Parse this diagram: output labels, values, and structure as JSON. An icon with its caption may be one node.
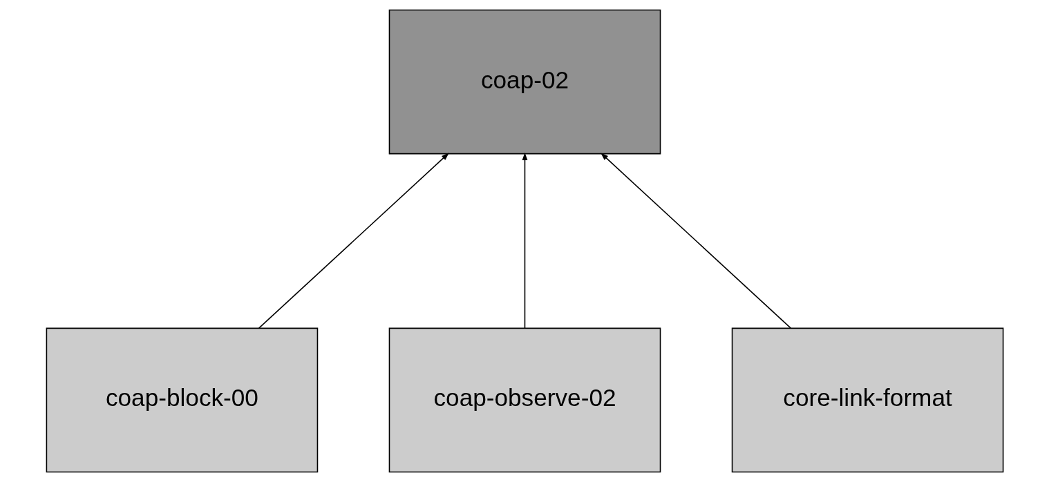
{
  "diagram": {
    "nodes": [
      {
        "text": [
          "coap-02"
        ]
      },
      {
        "text": [
          "coap-block-00"
        ]
      },
      {
        "text": [
          "coap-observe-02"
        ]
      },
      {
        "text": [
          "core-link-format"
        ]
      }
    ],
    "edges": [
      {
        "from": 1,
        "to": 0,
        "arrow": "to"
      },
      {
        "from": 2,
        "to": 0,
        "arrow": "to"
      },
      {
        "from": 3,
        "to": 0,
        "arrow": "to"
      }
    ]
  }
}
